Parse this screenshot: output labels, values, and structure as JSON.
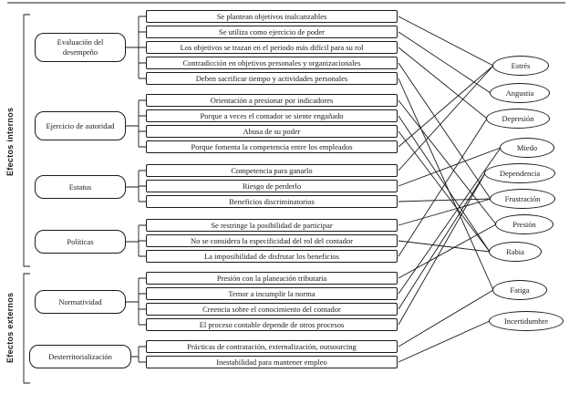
{
  "figure": {
    "side_labels": [
      {
        "label": "Efectos internos"
      },
      {
        "label": "Efectos externos"
      }
    ],
    "groups": [
      {
        "category": "Evaluación del desempeño",
        "items": [
          "Se plantean objetivos inalcanzables",
          "Se utiliza como ejercicio de poder",
          "Los objetivos se trazan en el periodo más difícil para su rol",
          "Contradicción en objetivos personales y organizacionales",
          "Deben sacrificar tiempo y actividades personales"
        ]
      },
      {
        "category": "Ejercicio de autoridad",
        "items": [
          "Orientación a presionar por indicadores",
          "Porque a veces el contador se siente engañado",
          "Abusa de su poder",
          "Porque fomenta la competencia entre los empleados"
        ]
      },
      {
        "category": "Estatus",
        "items": [
          "Competencia para ganarlo",
          "Riesgo de perderlo",
          "Beneficios discriminatorios"
        ]
      },
      {
        "category": "Políticas",
        "items": [
          "Se restringe la posibilidad de participar",
          "No se considera la especificidad del rol del contador",
          "La imposibilidad de disfrutar los beneficios"
        ]
      },
      {
        "category": "Normatividad",
        "items": [
          "Presión con la planeación tributaria",
          "Temor a incumplir la norma",
          "Creencia sobre el conocimiento del contador",
          "El proceso contable depende de otros procesos"
        ]
      },
      {
        "category": "Desterritorialización",
        "items": [
          "Prácticas de contratación, externalización, outsourcing",
          "Inestabilidad para mantener empleo"
        ]
      }
    ],
    "effects": [
      "Estrés",
      "Angustia",
      "Depresión",
      "Miedo",
      "Dependencia",
      "Frustración",
      "Presión",
      "Rabia",
      "Fatiga",
      "Incertidumbre"
    ],
    "edges": [
      {
        "group": 0,
        "item": 0,
        "effect": 0
      },
      {
        "group": 0,
        "item": 1,
        "effect": 1
      },
      {
        "group": 0,
        "item": 2,
        "effect": 2
      },
      {
        "group": 0,
        "item": 3,
        "effect": 5
      },
      {
        "group": 0,
        "item": 4,
        "effect": 8
      },
      {
        "group": 1,
        "item": 0,
        "effect": 6
      },
      {
        "group": 1,
        "item": 1,
        "effect": 7
      },
      {
        "group": 1,
        "item": 2,
        "effect": 7
      },
      {
        "group": 1,
        "item": 3,
        "effect": 0
      },
      {
        "group": 2,
        "item": 0,
        "effect": 0
      },
      {
        "group": 2,
        "item": 1,
        "effect": 3
      },
      {
        "group": 2,
        "item": 2,
        "effect": 5
      },
      {
        "group": 3,
        "item": 0,
        "effect": 5
      },
      {
        "group": 3,
        "item": 1,
        "effect": 7
      },
      {
        "group": 3,
        "item": 2,
        "effect": 2
      },
      {
        "group": 4,
        "item": 0,
        "effect": 6
      },
      {
        "group": 4,
        "item": 1,
        "effect": 3
      },
      {
        "group": 4,
        "item": 2,
        "effect": 4
      },
      {
        "group": 4,
        "item": 3,
        "effect": 4
      },
      {
        "group": 5,
        "item": 0,
        "effect": 8
      },
      {
        "group": 5,
        "item": 1,
        "effect": 9
      }
    ],
    "colors": {
      "line": "#1a1a1a",
      "box_border": "#1a1a1a",
      "background": "#ffffff"
    }
  }
}
